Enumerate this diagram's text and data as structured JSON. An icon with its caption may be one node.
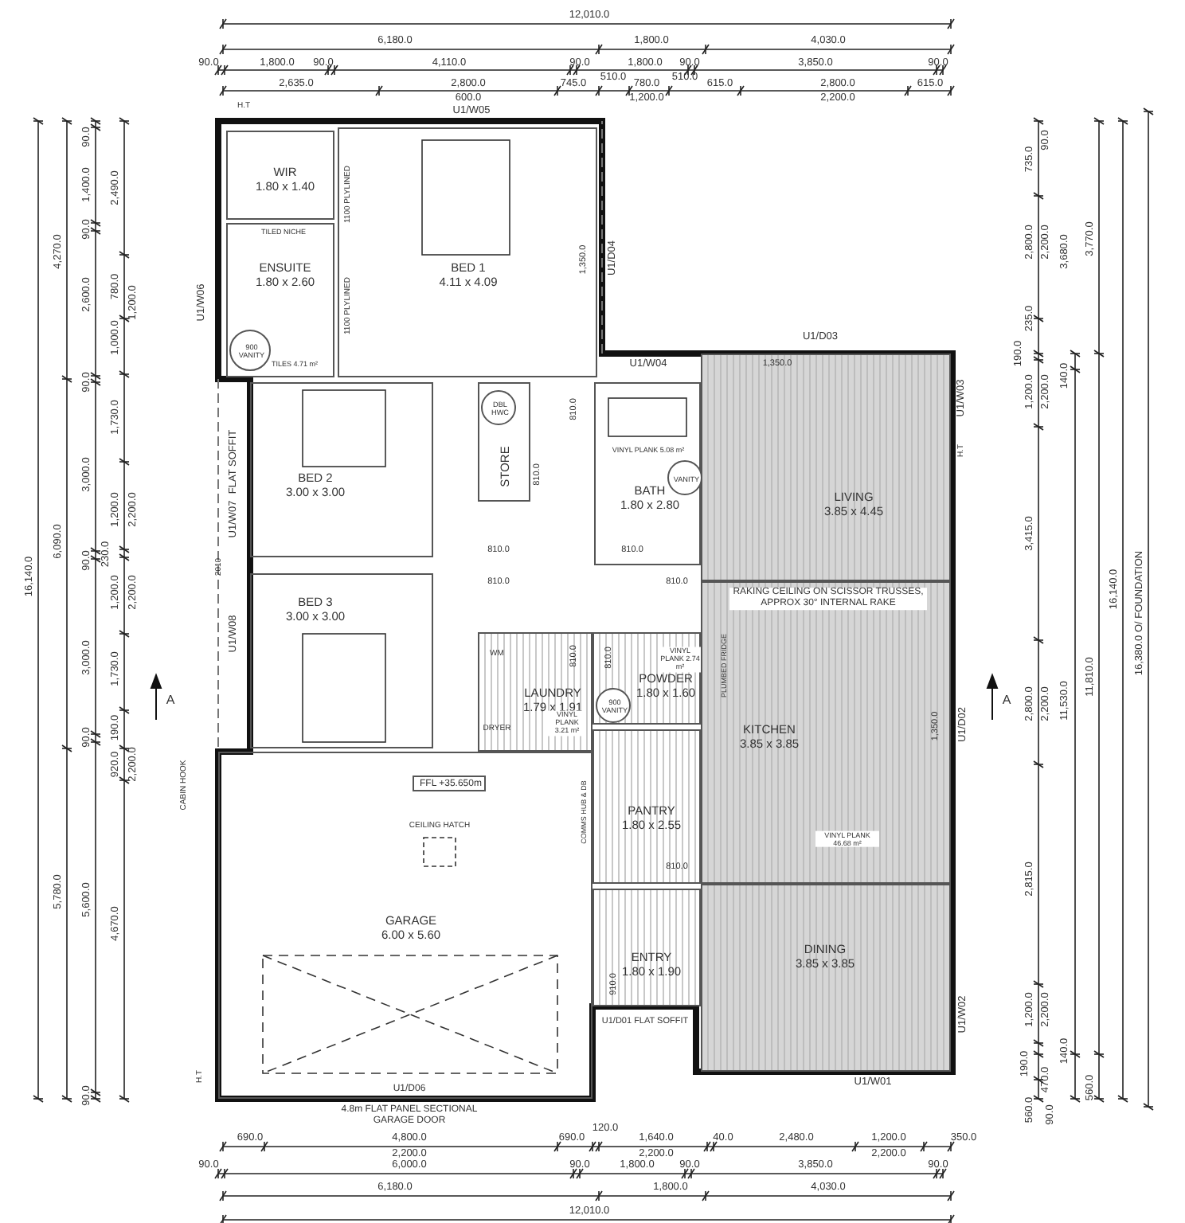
{
  "diagram": {
    "nodes": [
      {
        "text": [
          "WIR",
          "1.80 x 1.40"
        ]
      },
      {
        "text": [
          "ENSUITE",
          "1.80 x 2.60"
        ]
      },
      {
        "text": [
          "900 VANITY"
        ],
        "in": 1
      },
      {
        "text": [
          "BED 1",
          "4.11 x 4.09"
        ]
      },
      {
        "text": [
          "BED 2",
          "3.00 x 3.00"
        ]
      },
      {
        "text": [
          "STORE"
        ]
      },
      {
        "text": [
          "DBL HWC"
        ],
        "in": 5
      },
      {
        "text": [
          "BATH",
          "1.80 x 2.80"
        ]
      },
      {
        "text": [
          "VANITY"
        ],
        "in": 7
      },
      {
        "text": [
          "LIVING",
          "3.85 x 4.45"
        ]
      },
      {
        "text": [
          "BED 3",
          "3.00 x 3.00"
        ]
      },
      {
        "text": [
          "LAUNDRY",
          "1.79 x 1.91"
        ]
      },
      {
        "text": [
          "POWDER",
          "1.80 x 1.60"
        ]
      },
      {
        "text": [
          "900 VANITY"
        ],
        "in": 12
      },
      {
        "text": [
          "KITCHEN",
          "3.85 x 3.85"
        ]
      },
      {
        "text": [
          "PANTRY",
          "1.80 x 2.55"
        ]
      },
      {
        "text": [
          "GARAGE",
          "6.00 x 5.60"
        ]
      },
      {
        "text": [
          "FFL +35.650m"
        ],
        "in": 16
      },
      {
        "text": [
          "ENTRY",
          "1.80 x 1.90"
        ]
      },
      {
        "text": [
          "DINING",
          "3.85 x 3.85"
        ]
      }
    ],
    "labels": [
      "12,010.0",
      "6,180.0",
      "1,800.0",
      "4,030.0",
      "90.0",
      "1,800.0",
      "90.0",
      "4,110.0",
      "90.0",
      "1,800.0",
      "90.0",
      "3,850.0",
      "90.0",
      "510.0",
      "510.0",
      "2,635.0",
      "2,800.0",
      "745.0",
      "780.0",
      "615.0",
      "2,800.0",
      "615.0",
      "600.0",
      "1,200.0",
      "2,200.0",
      "120.0",
      "690.0",
      "4,800.0",
      "690.0",
      "1,640.0",
      "40.0",
      "2,480.0",
      "1,200.0",
      "350.0",
      "2,200.0",
      "2,200.0",
      "2,200.0",
      "90.0",
      "6,000.0",
      "90.0",
      "1,800.0",
      "90.0",
      "3,850.0",
      "90.0",
      "6,180.0",
      "1,800.0",
      "4,030.0",
      "12,010.0",
      "16,140.0",
      "4,270.0",
      "6,090.0",
      "5,780.0",
      "90.0",
      "1,400.0",
      "90.0",
      "2,600.0",
      "90.0",
      "3,000.0",
      "90.0",
      "3,000.0",
      "90.0",
      "5,600.0",
      "90.0",
      "2,490.0",
      "780.0",
      "1,200.0",
      "1,000.0",
      "1,730.0",
      "1,200.0",
      "2,200.0",
      "230.0",
      "1,200.0",
      "2,200.0",
      "1,730.0",
      "190.0",
      "920.0",
      "2,200.0",
      "4,670.0",
      "735.0",
      "90.0",
      "2,800.0",
      "2,200.0",
      "3,680.0",
      "3,770.0",
      "235.0",
      "190.0",
      "140.0",
      "1,200.0",
      "2,200.0",
      "3,415.0",
      "2,800.0",
      "2,200.0",
      "11,530.0",
      "11,810.0",
      "16,140.0",
      "16,380.0 O/ FOUNDATION",
      "2,815.0",
      "1,200.0",
      "2,200.0",
      "140.0",
      "190.0",
      "470.0",
      "560.0",
      "90.0",
      "560.0",
      "H.T",
      "U1/W05",
      "U1/W06",
      "FLAT SOFFIT",
      "U1/W07",
      "2010",
      "U1/W08",
      "CABIN HOOK",
      "H.T",
      "1,350.0",
      "U1/D04",
      "U1/W04",
      "U1/D03",
      "1,350.0",
      "U1/W03",
      "H.T",
      "1,350.0",
      "U1/D02",
      "U1/W02",
      "U1/W01",
      "U1/D01 FLAT SOFFIT",
      "U1/D06",
      "4.8m FLAT PANEL SECTIONAL",
      "GARAGE DOOR",
      "TILED NICHE",
      "1100 PLYLINED",
      "1100 PLYLINED",
      "TILES 4.71 m²",
      "810.0",
      "810.0",
      "VINYL PLANK 5.08 m²",
      "810.0",
      "810.0",
      "810.0",
      "810.0",
      "RAKING CEILING ON SCISSOR TRUSSES, APPROX 30° INTERNAL RAKE",
      "WM",
      "DRYER",
      "810.0",
      "810.0",
      "VINYL PLANK 2.74 m²",
      "PLUMBED FRIDGE",
      "VINYL PLANK 3.21 m²",
      "CEILING HATCH",
      "COMMS HUB & DB",
      "810.0",
      "VINYL PLANK 46.68 m²",
      "910.0",
      "A",
      "A"
    ]
  }
}
